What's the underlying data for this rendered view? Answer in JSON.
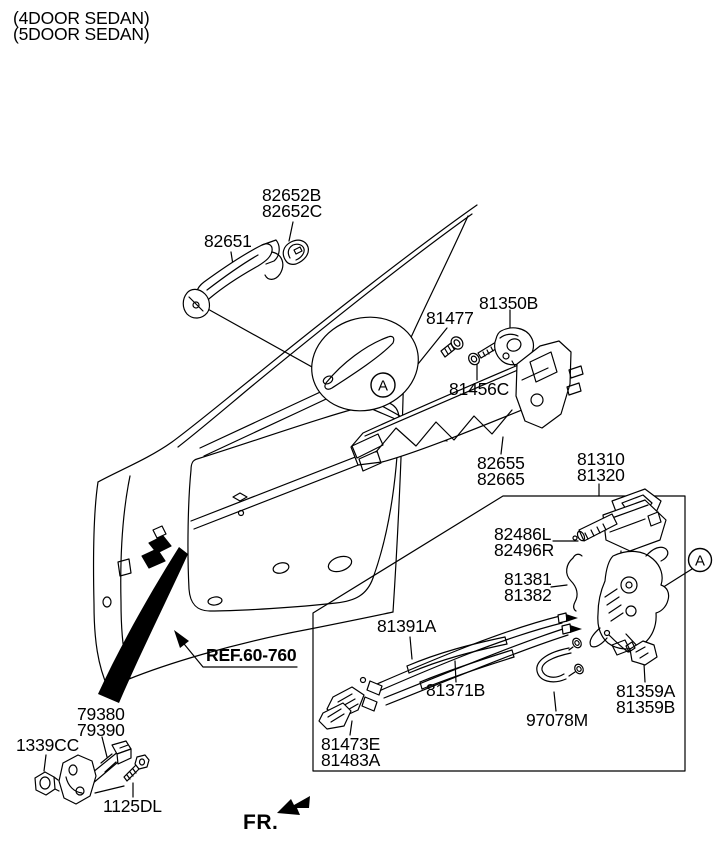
{
  "colors": {
    "ink": "#000000",
    "background": "#ffffff"
  },
  "detail_marker": "A",
  "header": {
    "line1": "(4DOOR SEDAN)",
    "line2": "(5DOOR SEDAN)"
  },
  "ref_callout": "REF.60-760",
  "direction_label": "FR.",
  "callouts": {
    "c82652": {
      "lines": [
        "82652B",
        "82652C"
      ]
    },
    "c82651": {
      "lines": [
        "82651"
      ]
    },
    "c81477": {
      "lines": [
        "81477"
      ]
    },
    "c81350B": {
      "lines": [
        "81350B"
      ]
    },
    "c81456C": {
      "lines": [
        "81456C"
      ]
    },
    "c82655": {
      "lines": [
        "82655",
        "82665"
      ]
    },
    "c81310": {
      "lines": [
        "81310",
        "81320"
      ]
    },
    "c82486": {
      "lines": [
        "82486L",
        "82496R"
      ]
    },
    "c81381": {
      "lines": [
        "81381",
        "81382"
      ]
    },
    "c81391A": {
      "lines": [
        "81391A"
      ]
    },
    "c81371B": {
      "lines": [
        "81371B"
      ]
    },
    "c97078M": {
      "lines": [
        "97078M"
      ]
    },
    "c81359": {
      "lines": [
        "81359A",
        "81359B"
      ]
    },
    "c81473": {
      "lines": [
        "81473E",
        "81483A"
      ]
    },
    "c79380": {
      "lines": [
        "79380",
        "79390"
      ]
    },
    "c1339CC": {
      "lines": [
        "1339CC"
      ]
    },
    "c1125DL": {
      "lines": [
        "1125DL"
      ]
    }
  }
}
